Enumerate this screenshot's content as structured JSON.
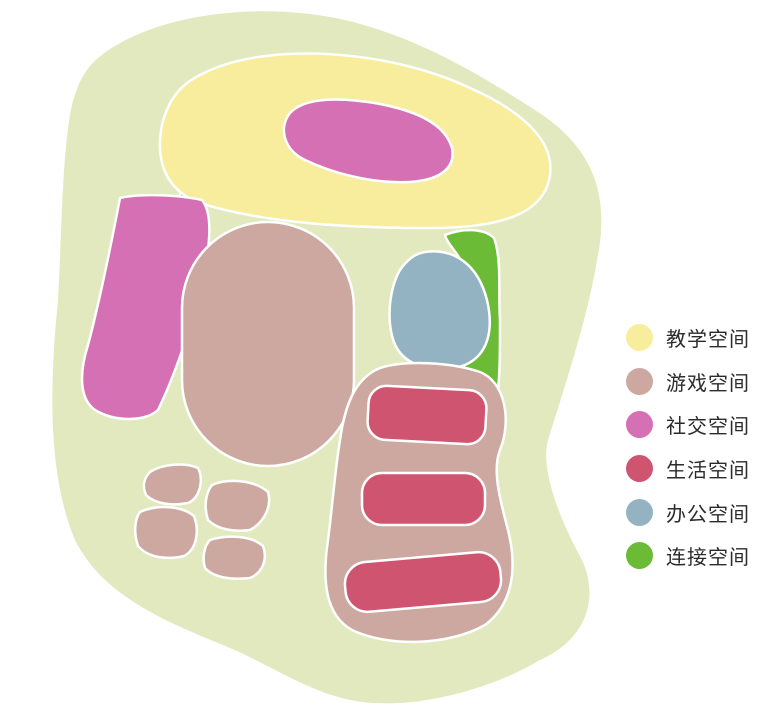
{
  "colors": {
    "site": "#e2e9be",
    "teaching": "#f8ec9d",
    "play": "#cda8a0",
    "social": "#d470b3",
    "living": "#cf5470",
    "office": "#93b3c3",
    "connection": "#6bbb37"
  },
  "legend": [
    {
      "key": "teaching",
      "label": "教学空间",
      "color": "#f8ec9d"
    },
    {
      "key": "play",
      "label": "游戏空间",
      "color": "#cda8a0"
    },
    {
      "key": "social",
      "label": "社交空间",
      "color": "#d470b3"
    },
    {
      "key": "living",
      "label": "生活空间",
      "color": "#cf5470"
    },
    {
      "key": "office",
      "label": "办公空间",
      "color": "#93b3c3"
    },
    {
      "key": "connection",
      "label": "连接空间",
      "color": "#6bbb37"
    }
  ]
}
